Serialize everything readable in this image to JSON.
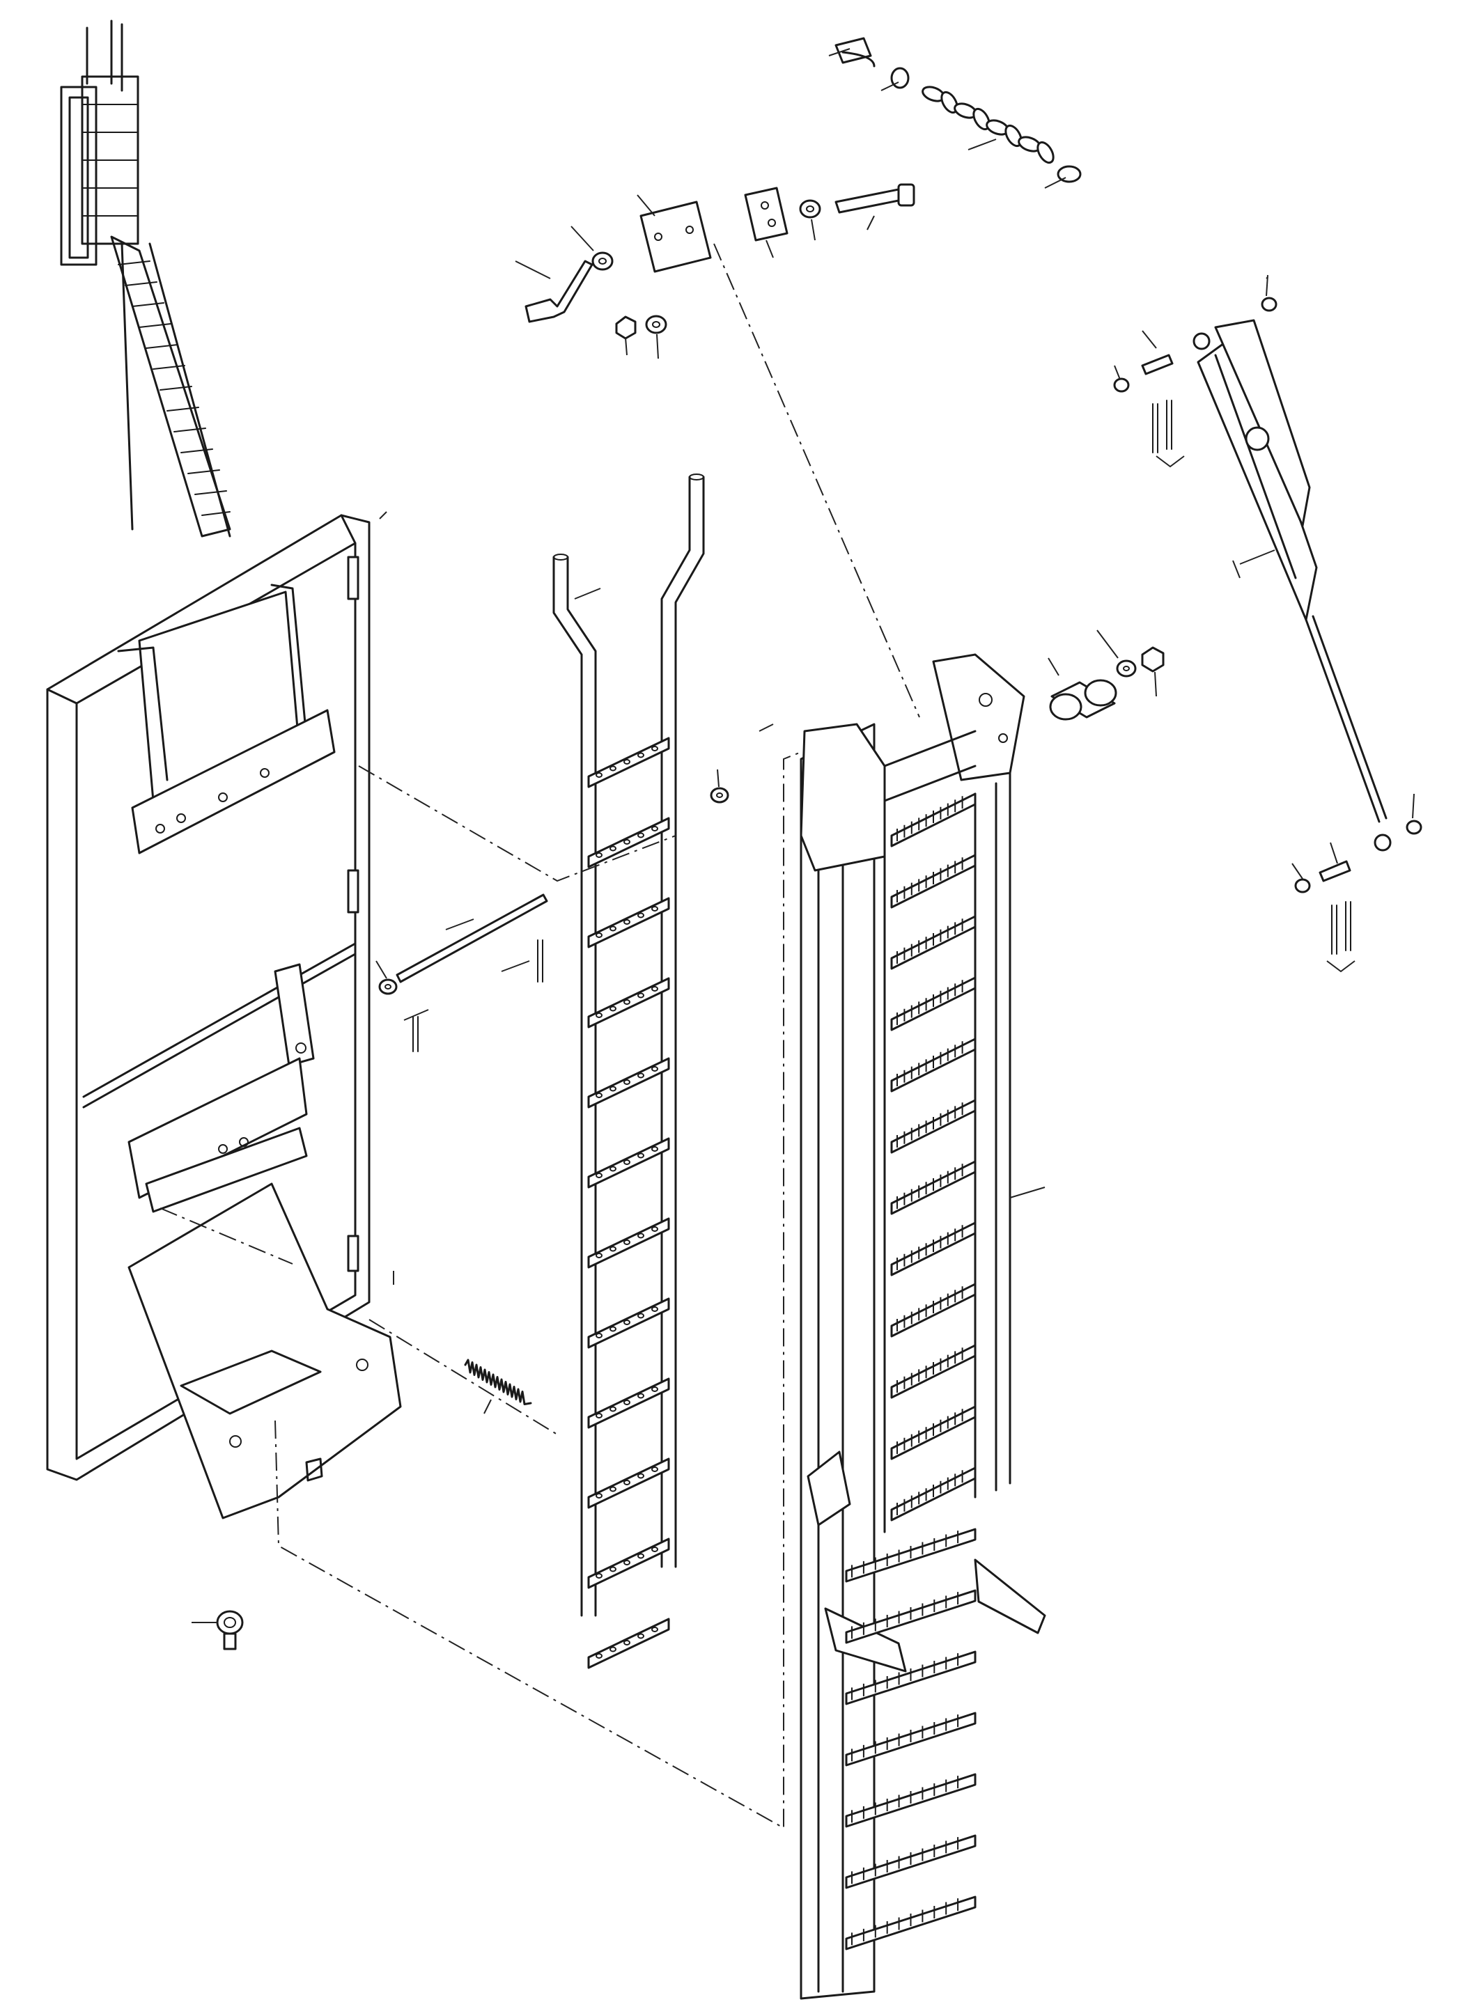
{
  "drawing": {
    "kind": "exploded-parts-view",
    "callout_labels": [],
    "parts": [
      "overview-thumbnail",
      "mounting-frame",
      "hand-rail-ladder",
      "folding-stair-assembly",
      "gas-strut",
      "chain",
      "shackle",
      "eye-bolt",
      "tension-spring",
      "hinge-pin",
      "spacer-bushing",
      "hinge-plate",
      "bolt",
      "washer",
      "lock-nut",
      "cotter-pin",
      "clevis-pin"
    ]
  }
}
